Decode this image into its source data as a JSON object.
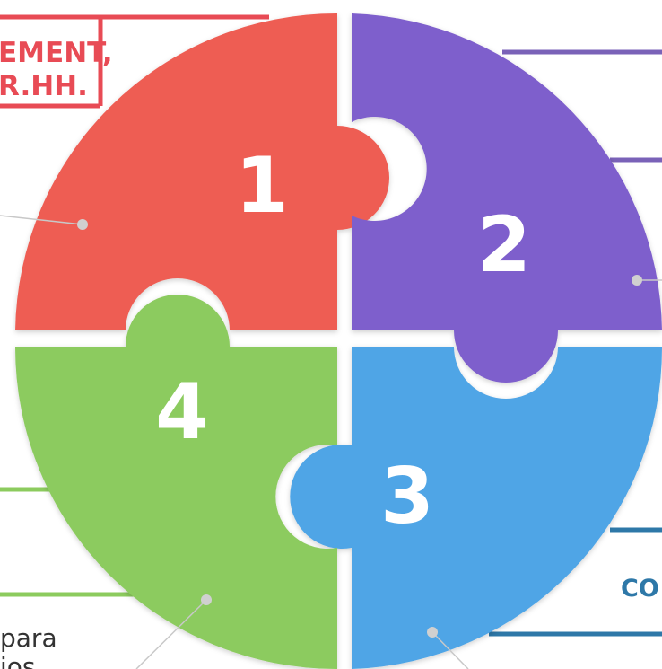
{
  "labels": {
    "piece1_title_line1": "EMENT,",
    "piece1_title_line2": "R.HH.",
    "piece3_title": "CO",
    "piece4_text_line1": "para",
    "piece4_text_line2": "ios"
  },
  "pieces": [
    {
      "number": "1",
      "color": "#EE5D53"
    },
    {
      "number": "2",
      "color": "#7E5FCC"
    },
    {
      "number": "3",
      "color": "#4FA5E6"
    },
    {
      "number": "4",
      "color": "#8CCB5E"
    }
  ],
  "colors": {
    "red": "#E84B55",
    "purple": "#7A62B8",
    "blue": "#2E78A8",
    "green": "#8CCB5E",
    "gap": "#ffffff",
    "dot": "#c9c9c9",
    "leader": "#c8c8c8"
  }
}
